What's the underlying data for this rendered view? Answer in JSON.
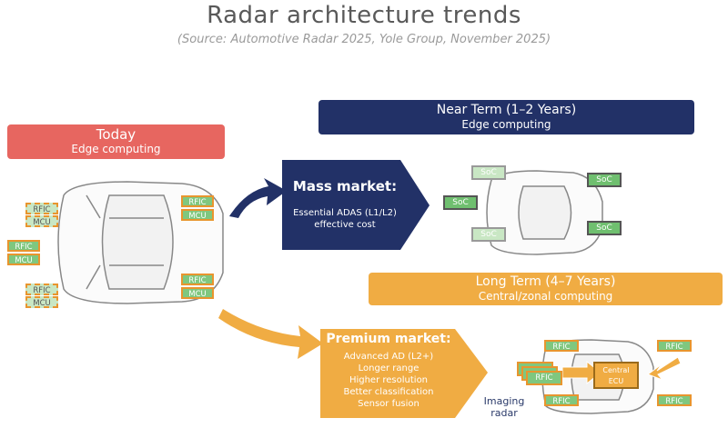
{
  "title": "Radar architecture trends",
  "subtitle": "(Source: Automotive Radar 2025, Yole Group, November 2025)",
  "today": {
    "heading": "Today",
    "sub": "Edge computing"
  },
  "near_term": {
    "heading": "Near Term (1–2 Years)",
    "sub": "Edge computing"
  },
  "long_term": {
    "heading": "Long Term (4–7 Years)",
    "sub": "Central/zonal computing"
  },
  "mass_market": {
    "heading": "Mass market:",
    "line1": "Essential ADAS (L1/L2)",
    "line2": "effective cost"
  },
  "premium_market": {
    "heading": "Premium market:",
    "lines": [
      "Advanced AD (L2+)",
      "Longer range",
      "Higher resolution",
      "Better classification",
      "Sensor fusion"
    ]
  },
  "chips": {
    "rfic": "RFIC",
    "mcu": "MCU",
    "soc": "SoC",
    "central_ecu_1": "Central",
    "central_ecu_2": "ECU"
  },
  "imaging_radar": {
    "line1": "Imaging",
    "line2": "radar"
  },
  "colors": {
    "today": "#e76660",
    "near_term": "#223167",
    "long_term": "#f0ac43",
    "chip_green": "#7fc77f",
    "chip_border": "#e8952e"
  }
}
